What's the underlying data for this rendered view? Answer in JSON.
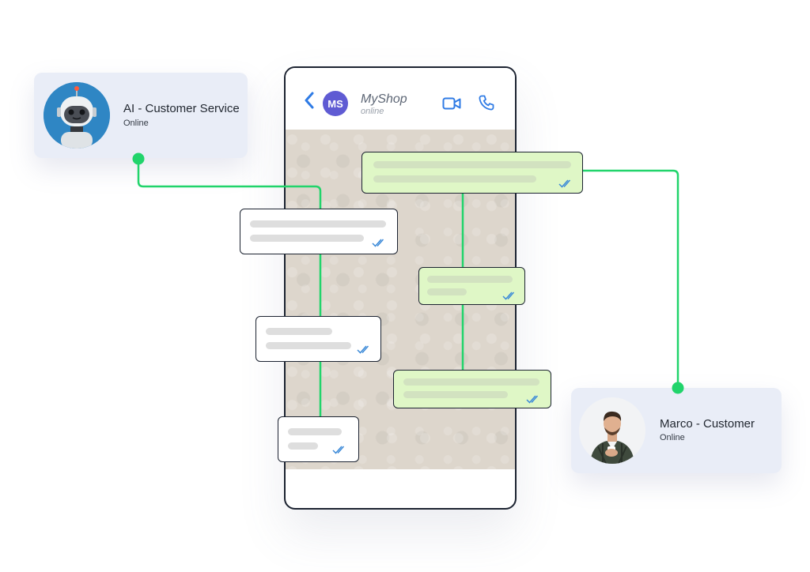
{
  "contacts": {
    "ai": {
      "name": "AI - Customer Service",
      "status": "Online",
      "avatar_icon": "robot-avatar"
    },
    "customer": {
      "name": "Marco - Customer",
      "status": "Online",
      "avatar_icon": "person-avatar"
    }
  },
  "chat": {
    "avatar_initials": "MS",
    "name": "MyShop",
    "status": "online",
    "back_icon": "chevron-left-icon",
    "video_icon": "video-camera-icon",
    "call_icon": "phone-icon"
  },
  "colors": {
    "accent_green": "#21d46b",
    "icon_blue": "#2f7be5",
    "avatar_purple": "#5f5bd3",
    "outgoing_bubble": "#dff7c6",
    "incoming_bubble": "#ffffff",
    "card_background": "#e9edf7"
  },
  "messages": [
    {
      "direction": "outgoing",
      "status_icon": "double-check-icon"
    },
    {
      "direction": "incoming",
      "status_icon": "double-check-icon"
    },
    {
      "direction": "outgoing",
      "status_icon": "double-check-icon"
    },
    {
      "direction": "incoming",
      "status_icon": "double-check-icon"
    },
    {
      "direction": "outgoing",
      "status_icon": "double-check-icon"
    },
    {
      "direction": "incoming",
      "status_icon": "double-check-icon"
    }
  ]
}
